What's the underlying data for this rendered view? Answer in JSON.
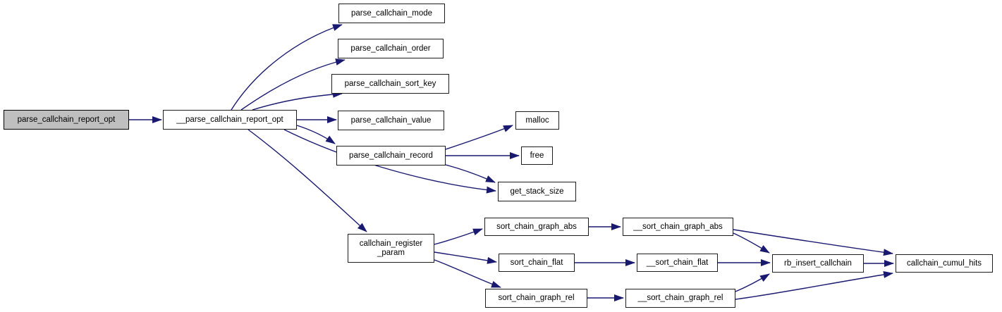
{
  "diagram": {
    "type": "call-graph",
    "colors": {
      "edge": "#191970",
      "node_fill": "#ffffff",
      "node_border": "#1c1c1c",
      "highlight_fill": "#bfbfbf",
      "text": "#000000",
      "background": "#ffffff"
    },
    "nodes": [
      {
        "id": "parse_callchain_report_opt",
        "label": "parse_callchain_report_opt",
        "highlighted": true
      },
      {
        "id": "__parse_callchain_report_opt",
        "label": "__parse_callchain_report_opt",
        "highlighted": false
      },
      {
        "id": "parse_callchain_mode",
        "label": "parse_callchain_mode",
        "highlighted": false
      },
      {
        "id": "parse_callchain_order",
        "label": "parse_callchain_order",
        "highlighted": false
      },
      {
        "id": "parse_callchain_sort_key",
        "label": "parse_callchain_sort_key",
        "highlighted": false
      },
      {
        "id": "parse_callchain_value",
        "label": "parse_callchain_value",
        "highlighted": false
      },
      {
        "id": "parse_callchain_record",
        "label": "parse_callchain_record",
        "highlighted": false
      },
      {
        "id": "malloc",
        "label": "malloc",
        "highlighted": false
      },
      {
        "id": "free",
        "label": "free",
        "highlighted": false
      },
      {
        "id": "get_stack_size",
        "label": "get_stack_size",
        "highlighted": false
      },
      {
        "id": "callchain_register_param",
        "label": "callchain_register\n_param",
        "highlighted": false
      },
      {
        "id": "sort_chain_graph_abs",
        "label": "sort_chain_graph_abs",
        "highlighted": false
      },
      {
        "id": "sort_chain_flat",
        "label": "sort_chain_flat",
        "highlighted": false
      },
      {
        "id": "sort_chain_graph_rel",
        "label": "sort_chain_graph_rel",
        "highlighted": false
      },
      {
        "id": "__sort_chain_graph_abs",
        "label": "__sort_chain_graph_abs",
        "highlighted": false
      },
      {
        "id": "__sort_chain_flat",
        "label": "__sort_chain_flat",
        "highlighted": false
      },
      {
        "id": "__sort_chain_graph_rel",
        "label": "__sort_chain_graph_rel",
        "highlighted": false
      },
      {
        "id": "rb_insert_callchain",
        "label": "rb_insert_callchain",
        "highlighted": false
      },
      {
        "id": "callchain_cumul_hits",
        "label": "callchain_cumul_hits",
        "highlighted": false
      }
    ],
    "edges": [
      {
        "from": "parse_callchain_report_opt",
        "to": "__parse_callchain_report_opt"
      },
      {
        "from": "__parse_callchain_report_opt",
        "to": "parse_callchain_mode"
      },
      {
        "from": "__parse_callchain_report_opt",
        "to": "parse_callchain_order"
      },
      {
        "from": "__parse_callchain_report_opt",
        "to": "parse_callchain_sort_key"
      },
      {
        "from": "__parse_callchain_report_opt",
        "to": "parse_callchain_value"
      },
      {
        "from": "__parse_callchain_report_opt",
        "to": "parse_callchain_record"
      },
      {
        "from": "__parse_callchain_report_opt",
        "to": "get_stack_size"
      },
      {
        "from": "__parse_callchain_report_opt",
        "to": "callchain_register_param"
      },
      {
        "from": "parse_callchain_record",
        "to": "malloc"
      },
      {
        "from": "parse_callchain_record",
        "to": "free"
      },
      {
        "from": "parse_callchain_record",
        "to": "get_stack_size"
      },
      {
        "from": "callchain_register_param",
        "to": "sort_chain_graph_abs"
      },
      {
        "from": "callchain_register_param",
        "to": "sort_chain_flat"
      },
      {
        "from": "callchain_register_param",
        "to": "sort_chain_graph_rel"
      },
      {
        "from": "sort_chain_graph_abs",
        "to": "__sort_chain_graph_abs"
      },
      {
        "from": "sort_chain_flat",
        "to": "__sort_chain_flat"
      },
      {
        "from": "sort_chain_graph_rel",
        "to": "__sort_chain_graph_rel"
      },
      {
        "from": "__sort_chain_graph_abs",
        "to": "rb_insert_callchain"
      },
      {
        "from": "__sort_chain_graph_abs",
        "to": "callchain_cumul_hits"
      },
      {
        "from": "__sort_chain_flat",
        "to": "rb_insert_callchain"
      },
      {
        "from": "__sort_chain_graph_rel",
        "to": "rb_insert_callchain"
      },
      {
        "from": "__sort_chain_graph_rel",
        "to": "callchain_cumul_hits"
      },
      {
        "from": "rb_insert_callchain",
        "to": "callchain_cumul_hits"
      }
    ]
  }
}
